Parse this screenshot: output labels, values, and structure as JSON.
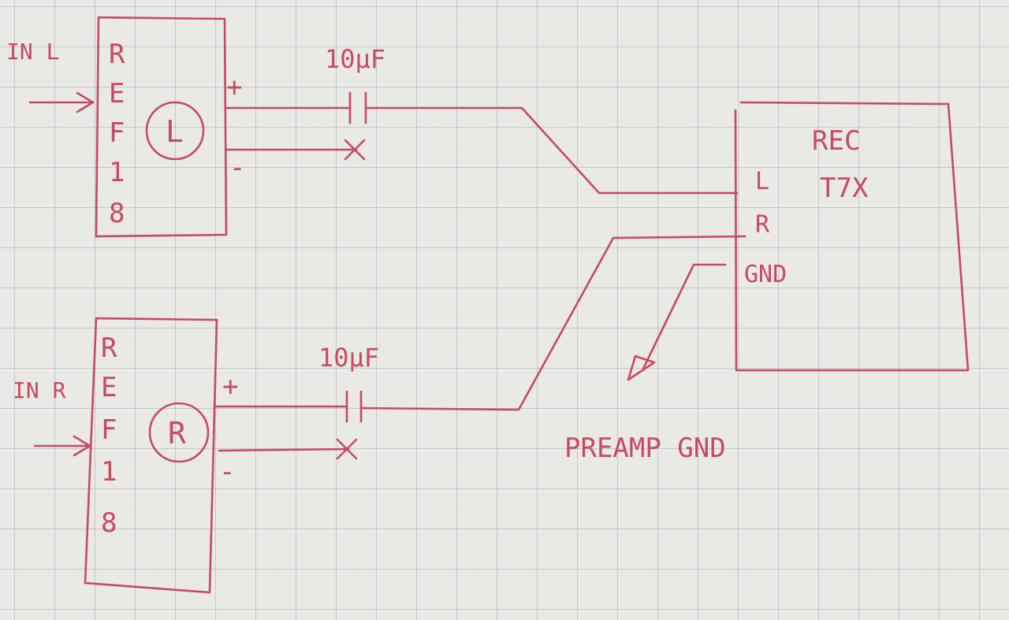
{
  "colors": {
    "ink": "#c74a63",
    "paper": "#e9e9e6",
    "grid": "#9aa4ae"
  },
  "left_channel": {
    "input_label": "IN L",
    "pins": [
      "R",
      "E",
      "F",
      "1",
      "8"
    ],
    "channel_badge": "L",
    "plus_label": "+",
    "minus_label": "-",
    "capacitor_value": "10μF"
  },
  "right_channel": {
    "input_label": "IN R",
    "pins": [
      "R",
      "E",
      "F",
      "1",
      "8"
    ],
    "channel_badge": "R",
    "plus_label": "+",
    "minus_label": "-",
    "capacitor_value": "10μF"
  },
  "recorder": {
    "title_line1": "REC",
    "title_line2": "T7X",
    "inputs": [
      "L",
      "R",
      "GND"
    ]
  },
  "ground_label": "PREAMP GND"
}
